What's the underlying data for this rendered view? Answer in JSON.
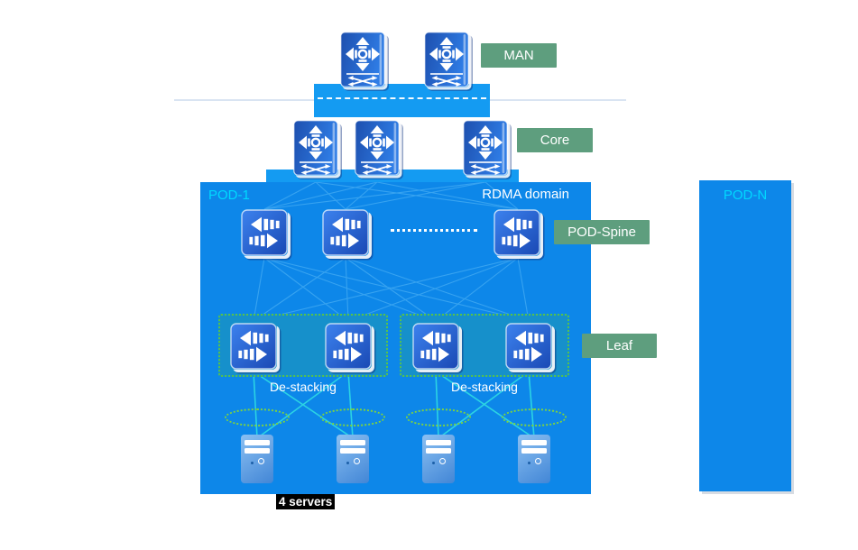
{
  "diagram": {
    "tiers": {
      "man_label": "MAN",
      "core_label": "Core",
      "pod_spine_label": "POD-Spine",
      "leaf_label": "Leaf"
    },
    "pod1": {
      "title": "POD-1",
      "domain_label": "RDMA domain",
      "destacking_labels": [
        "De-stacking",
        "De-stacking"
      ],
      "servers_caption": "4 servers"
    },
    "podn": {
      "title": "POD-N"
    },
    "device_counts": {
      "man_routers": 2,
      "core_routers": 3,
      "pod_spine_switches": 3,
      "leaf_switches": 4,
      "servers": 4
    },
    "colors": {
      "pod_fill": "#0d87e9",
      "trunk_band_fill": "#149bf2",
      "tier_label_fill": "#5e9e7e",
      "pod_title_text": "#00d9ff",
      "mesh_link": "#3fa8f2",
      "access_link": "#2bd3e4",
      "bundle_ellipse": "#7ed43e",
      "leaf_group_fill": "#1690cb",
      "leaf_group_border": "#55c24e"
    }
  }
}
